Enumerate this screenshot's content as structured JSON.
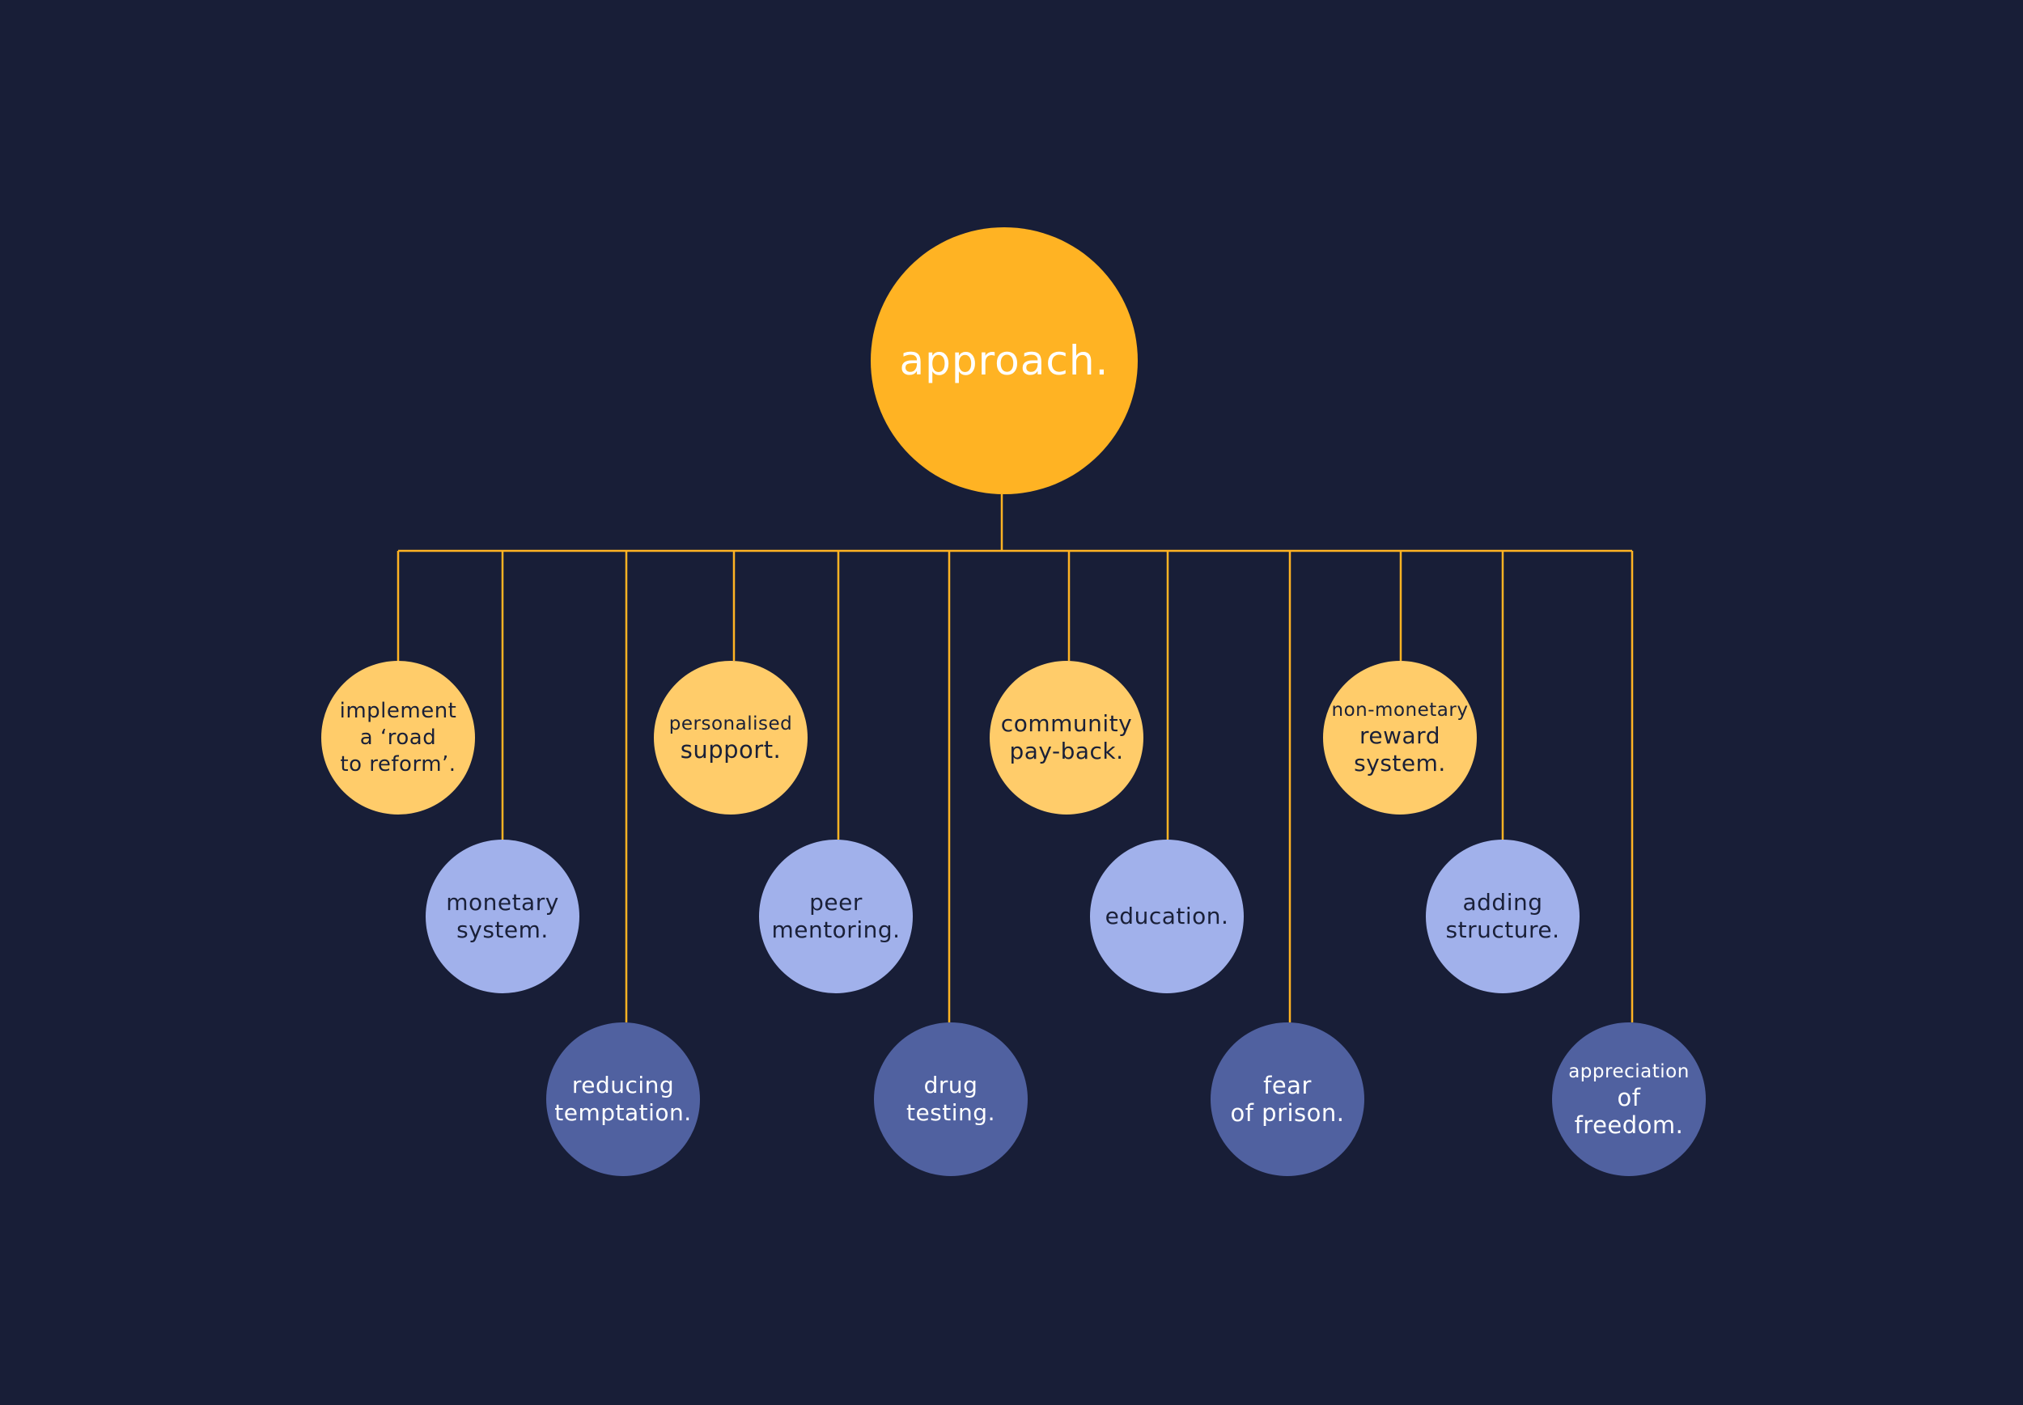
{
  "colors": {
    "background": "#181e37",
    "connector": "#ffb323",
    "root": "#ffb323",
    "tier_yellow": "#ffcc6a",
    "tier_light": "#a1b1eb",
    "tier_dark": "#5061a0"
  },
  "root": {
    "label": "approach."
  },
  "children": [
    {
      "lines": [
        "implement",
        "a ‘road",
        "to reform’."
      ]
    },
    {
      "lines": [
        "monetary",
        "system."
      ]
    },
    {
      "lines": [
        "reducing",
        "temptation."
      ]
    },
    {
      "lines": [
        "personalised",
        "support."
      ]
    },
    {
      "lines": [
        "peer",
        "mentoring."
      ]
    },
    {
      "lines": [
        "drug",
        "testing."
      ]
    },
    {
      "lines": [
        "community",
        "pay-back."
      ]
    },
    {
      "lines": [
        "education."
      ]
    },
    {
      "lines": [
        "fear",
        "of prison."
      ]
    },
    {
      "lines": [
        "non-monetary",
        "reward",
        "system."
      ]
    },
    {
      "lines": [
        "adding",
        "structure."
      ]
    },
    {
      "lines": [
        "appreciation",
        "of",
        "freedom."
      ]
    }
  ]
}
